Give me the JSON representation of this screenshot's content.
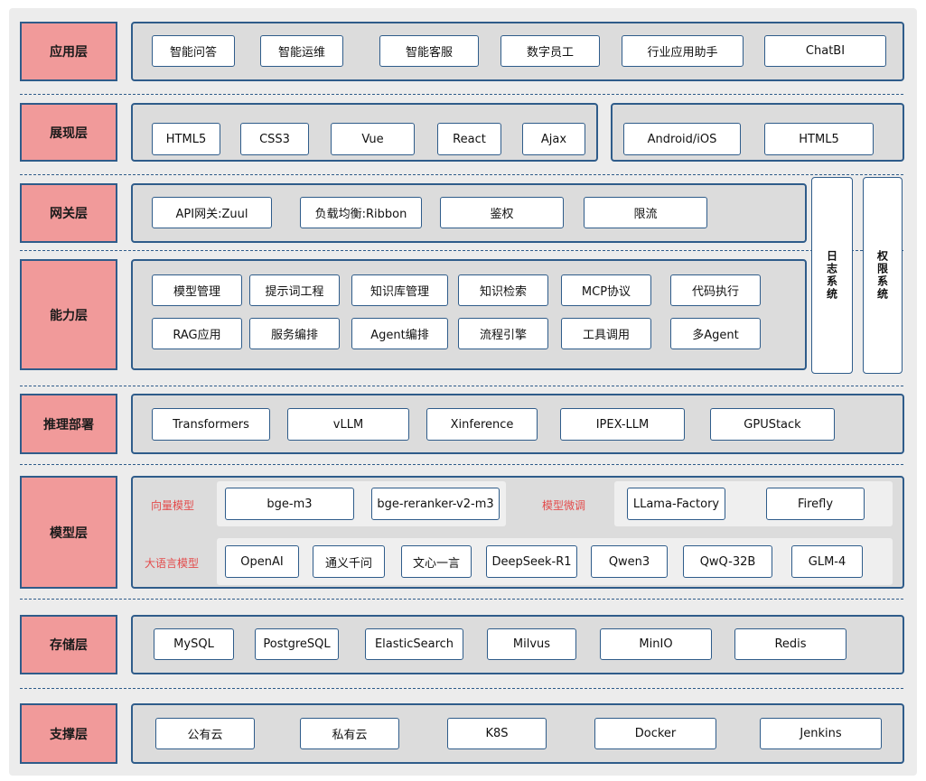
{
  "layers": {
    "app": "应用层",
    "presentation": "展现层",
    "gateway": "网关层",
    "capability": "能力层",
    "inference": "推理部署",
    "model": "模型层",
    "storage": "存储层",
    "support": "支撑层"
  },
  "app_items": [
    "智能问答",
    "智能运维",
    "智能客服",
    "数字员工",
    "行业应用助手",
    "ChatBI"
  ],
  "web_items": [
    "HTML5",
    "CSS3",
    "Vue",
    "React",
    "Ajax"
  ],
  "mobile_items": [
    "Android/iOS",
    "HTML5"
  ],
  "gateway_items": [
    "API网关:Zuul",
    "负载均衡:Ribbon",
    "鉴权",
    "限流"
  ],
  "capability_row1": [
    "模型管理",
    "提示词工程",
    "知识库管理",
    "知识检索",
    "MCP协议",
    "代码执行"
  ],
  "capability_row2": [
    "RAG应用",
    "服务编排",
    "Agent编排",
    "流程引擎",
    "工具调用",
    "多Agent"
  ],
  "side_systems": [
    "日志系统",
    "权限系统"
  ],
  "inference_items": [
    "Transformers",
    "vLLM",
    "Xinference",
    "IPEX-LLM",
    "GPUStack"
  ],
  "model_labels": {
    "vector": "向量模型",
    "finetune": "模型微调",
    "llm": "大语言模型"
  },
  "vector_items": [
    "bge-m3",
    "bge-reranker-v2-m3"
  ],
  "finetune_items": [
    "LLama-Factory",
    "Firefly"
  ],
  "llm_items": [
    "OpenAI",
    "通义千问",
    "文心一言",
    "DeepSeek-R1",
    "Qwen3",
    "QwQ-32B",
    "GLM-4"
  ],
  "storage_items": [
    "MySQL",
    "PostgreSQL",
    "ElasticSearch",
    "Milvus",
    "MinIO",
    "Redis"
  ],
  "support_items": [
    "公有云",
    "私有云",
    "K8S",
    "Docker",
    "Jenkins"
  ],
  "colors": {
    "label_bg": "#f19a9a",
    "border": "#2f5c8a",
    "panel": "#dcdcdc",
    "accent_text": "#e34b4b"
  }
}
